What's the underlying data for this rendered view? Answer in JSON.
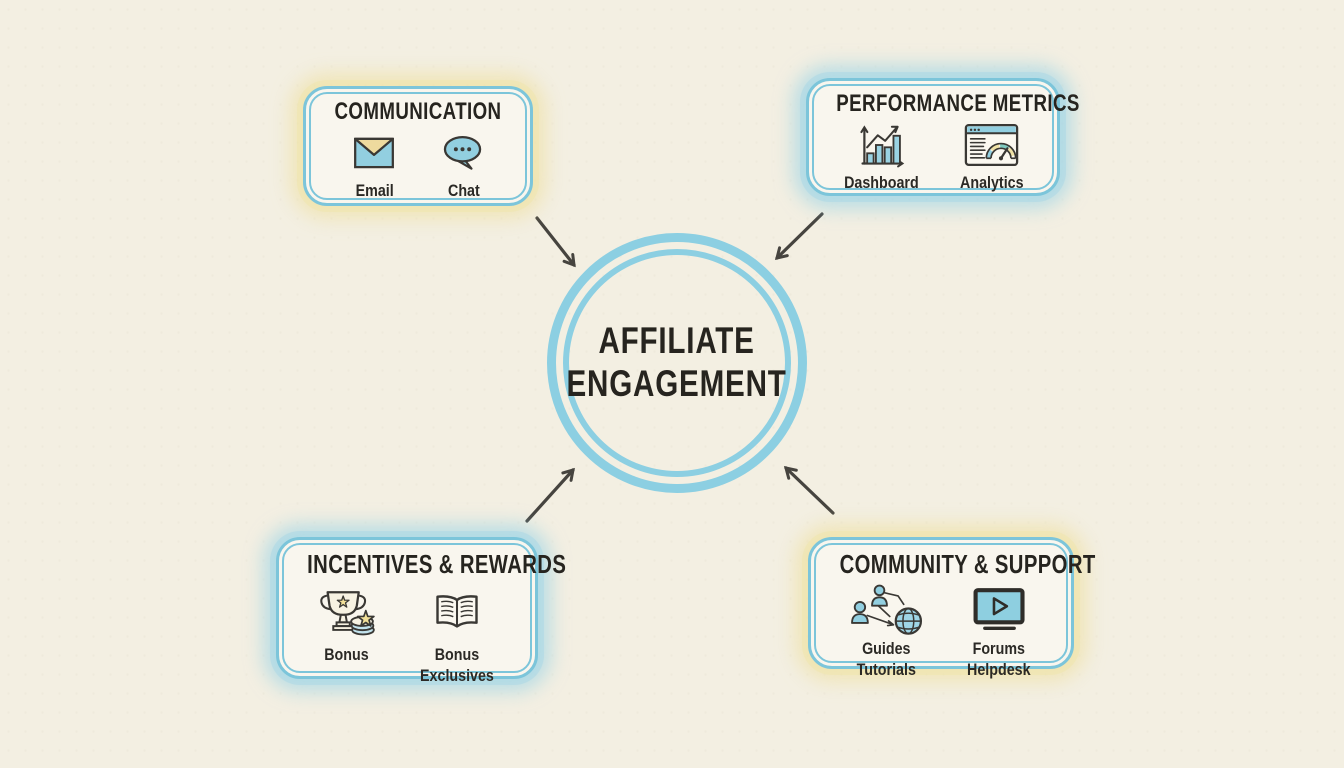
{
  "hub": {
    "title": "AFFILIATE\nENGAGEMENT"
  },
  "nodes": {
    "communication": {
      "title": "COMMUNICATION",
      "items": [
        {
          "icon": "email-icon",
          "label": "Email"
        },
        {
          "icon": "chat-icon",
          "label": "Chat"
        }
      ]
    },
    "performance_metrics": {
      "title": "PERFORMANCE METRICS",
      "items": [
        {
          "icon": "bar-chart-icon",
          "label": "Dashboard"
        },
        {
          "icon": "analytics-gauge-icon",
          "label": "Analytics"
        }
      ]
    },
    "incentives_rewards": {
      "title": "INCENTIVES & REWARDS",
      "items": [
        {
          "icon": "trophy-coins-icon",
          "label": "Bonus"
        },
        {
          "icon": "open-book-icon",
          "label": "Bonus\nExclusives"
        }
      ]
    },
    "community_support": {
      "title": "COMMUNITY & SUPPORT",
      "items": [
        {
          "icon": "people-globe-icon",
          "label": "Guides\nTutorials"
        },
        {
          "icon": "video-player-icon",
          "label": "Forums\nHelpdesk"
        }
      ]
    }
  },
  "colors": {
    "background": "#f3efe2",
    "card_fill": "#f9f6ee",
    "border_blue": "#7cc5da",
    "hub_ring_blue": "#8ccfe2",
    "halo_yellow": "#eee09e",
    "halo_blue": "#96d2e6",
    "icon_blue": "#92cfe0",
    "icon_yellow": "#f0e2a6",
    "icon_teal": "#7fc9be",
    "ink": "#3a3834",
    "arrow": "#46443f",
    "title_ink": "#26241f"
  }
}
